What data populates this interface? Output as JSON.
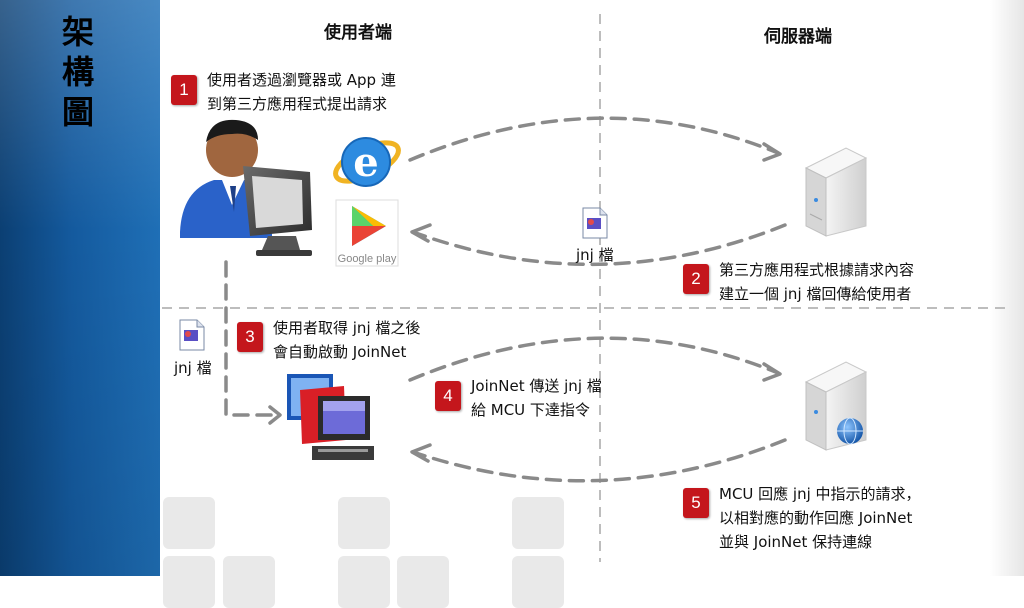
{
  "title": "架構圖",
  "columns": {
    "client": "使用者端",
    "server": "伺服器端"
  },
  "steps": [
    {
      "num": "1",
      "lines": [
        "使用者透過瀏覽器或 App 連",
        "到第三方應用程式提出請求"
      ]
    },
    {
      "num": "2",
      "lines": [
        "第三方應用程式根據請求內容",
        "建立一個 jnj 檔回傳給使用者"
      ]
    },
    {
      "num": "3",
      "lines": [
        "使用者取得 jnj 檔之後",
        "會自動啟動 JoinNet"
      ]
    },
    {
      "num": "4",
      "lines": [
        "JoinNet 傳送 jnj 檔",
        "給 MCU 下達指令"
      ]
    },
    {
      "num": "5",
      "lines": [
        "MCU 回應 jnj 中指示的請求，",
        "以相對應的動作回應 JoinNet",
        "並與 JoinNet 保持連線"
      ]
    }
  ],
  "file_label": "jnj 檔",
  "logo_text": {
    "google_play": "Google play"
  },
  "icons": [
    "user-computer-icon",
    "internet-explorer-icon",
    "google-play-icon",
    "server-icon",
    "globe-server-icon",
    "jnj-file-icon",
    "joinnet-app-icon"
  ],
  "colors": {
    "sidebar": "#145a9e",
    "badge": "#c4161c",
    "arrow": "#8a8a8a",
    "divider": "#bdbdbd"
  }
}
